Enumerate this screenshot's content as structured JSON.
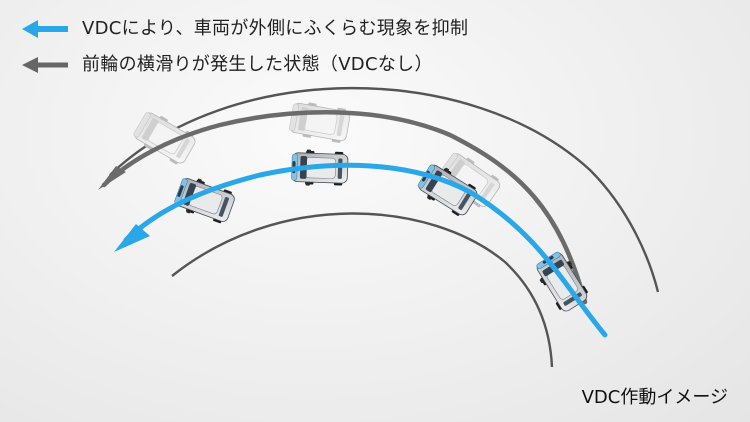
{
  "legend": {
    "items": [
      {
        "label": "VDCにより、車両が外側にふくらむ現象を抑制",
        "color": "#2aa7e8"
      },
      {
        "label": "前輪の横滑りが発生した状態（VDCなし）",
        "color": "#666666"
      }
    ]
  },
  "caption": "VDC作動イメージ",
  "colors": {
    "vdc_path": "#2aa7e8",
    "no_vdc_path": "#6b6b6b",
    "road_edge": "#555555",
    "car_body": "#c9ccd0",
    "car_glass": "#3c4a57",
    "car_lights": "#83c7ea"
  }
}
